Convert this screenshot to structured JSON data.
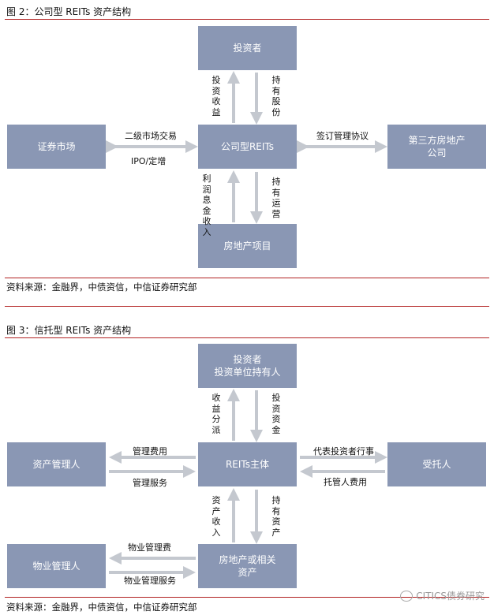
{
  "figure2": {
    "title": "图 2：公司型 REITs 资产结构",
    "boxes": {
      "investor": "投资者",
      "center": "公司型REITs",
      "market": "证券市场",
      "developer_line1": "第三方房地产",
      "developer_line2": "公司",
      "project": "房地产项目"
    },
    "labels": {
      "up_left": "投资收益",
      "up_right": "持有股份",
      "left_top": "二级市场交易",
      "left_bottom": "IPO/定增",
      "right_top": "签订管理协议",
      "down_left": "利润息金收入",
      "down_right": "持有运营"
    },
    "source": "资料来源：金融界，中债资信，中信证券研究部"
  },
  "figure3": {
    "title": "图 3：信托型 REITs 资产结构",
    "boxes": {
      "investor_line1": "投资者",
      "investor_line2": "投资单位持有人",
      "center": "REITs主体",
      "asset_manager": "资产管理人",
      "trustee": "受托人",
      "property_manager": "物业管理人",
      "realestate_line1": "房地产或相关",
      "realestate_line2": "资产"
    },
    "labels": {
      "up_left": "收益分派",
      "up_right": "投资资金",
      "am_top": "管理费用",
      "am_bottom": "管理服务",
      "tr_top": "代表投资者行事",
      "tr_bottom": "托管人费用",
      "down_left": "资产收入",
      "down_right": "持有资产",
      "pm_top": "物业管理费",
      "pm_bottom": "物业管理服务"
    },
    "source": "资料来源：金融界，中债资信，中信证券研究部"
  },
  "watermark": "CITICS债券研究",
  "colors": {
    "box": "#8a97b4",
    "arrow": "#c4c8cf",
    "rule": "#b22222"
  }
}
